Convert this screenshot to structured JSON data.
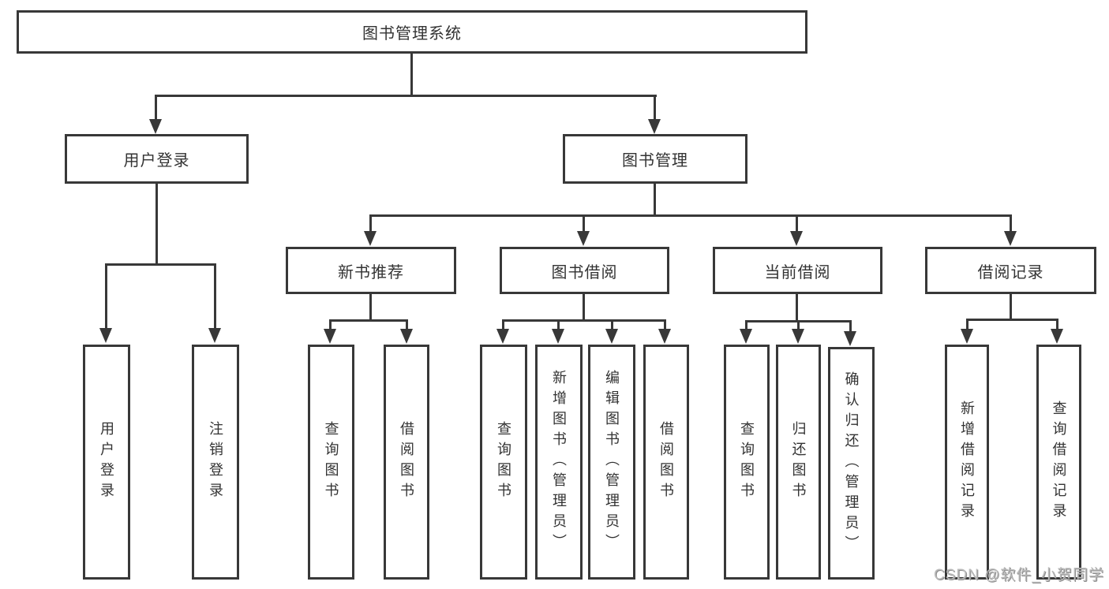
{
  "diagram_title": "图书管理系统",
  "tree": {
    "root": {
      "label": "图书管理系统"
    },
    "branches": [
      {
        "label": "用户登录",
        "children": [
          {
            "label": "用户登录"
          },
          {
            "label": "注销登录"
          }
        ]
      },
      {
        "label": "图书管理",
        "groups": [
          {
            "label": "新书推荐",
            "children": [
              {
                "label": "查询图书"
              },
              {
                "label": "借阅图书"
              }
            ]
          },
          {
            "label": "图书借阅",
            "children": [
              {
                "label": "查询图书"
              },
              {
                "label": "新增图书（管理员）"
              },
              {
                "label": "编辑图书（管理员）"
              },
              {
                "label": "借阅图书"
              }
            ]
          },
          {
            "label": "当前借阅",
            "children": [
              {
                "label": "查询图书"
              },
              {
                "label": "归还图书"
              },
              {
                "label": "确认归还（管理员）"
              }
            ]
          },
          {
            "label": "借阅记录",
            "children": [
              {
                "label": "新增借阅记录"
              },
              {
                "label": "查询借阅记录"
              }
            ]
          }
        ]
      }
    ]
  },
  "watermark": {
    "text": "CSDN @软件_小贺同学"
  },
  "colors": {
    "line": "#383838",
    "text": "#333333",
    "background": "#ffffff",
    "watermark": "#b9b9b9"
  }
}
